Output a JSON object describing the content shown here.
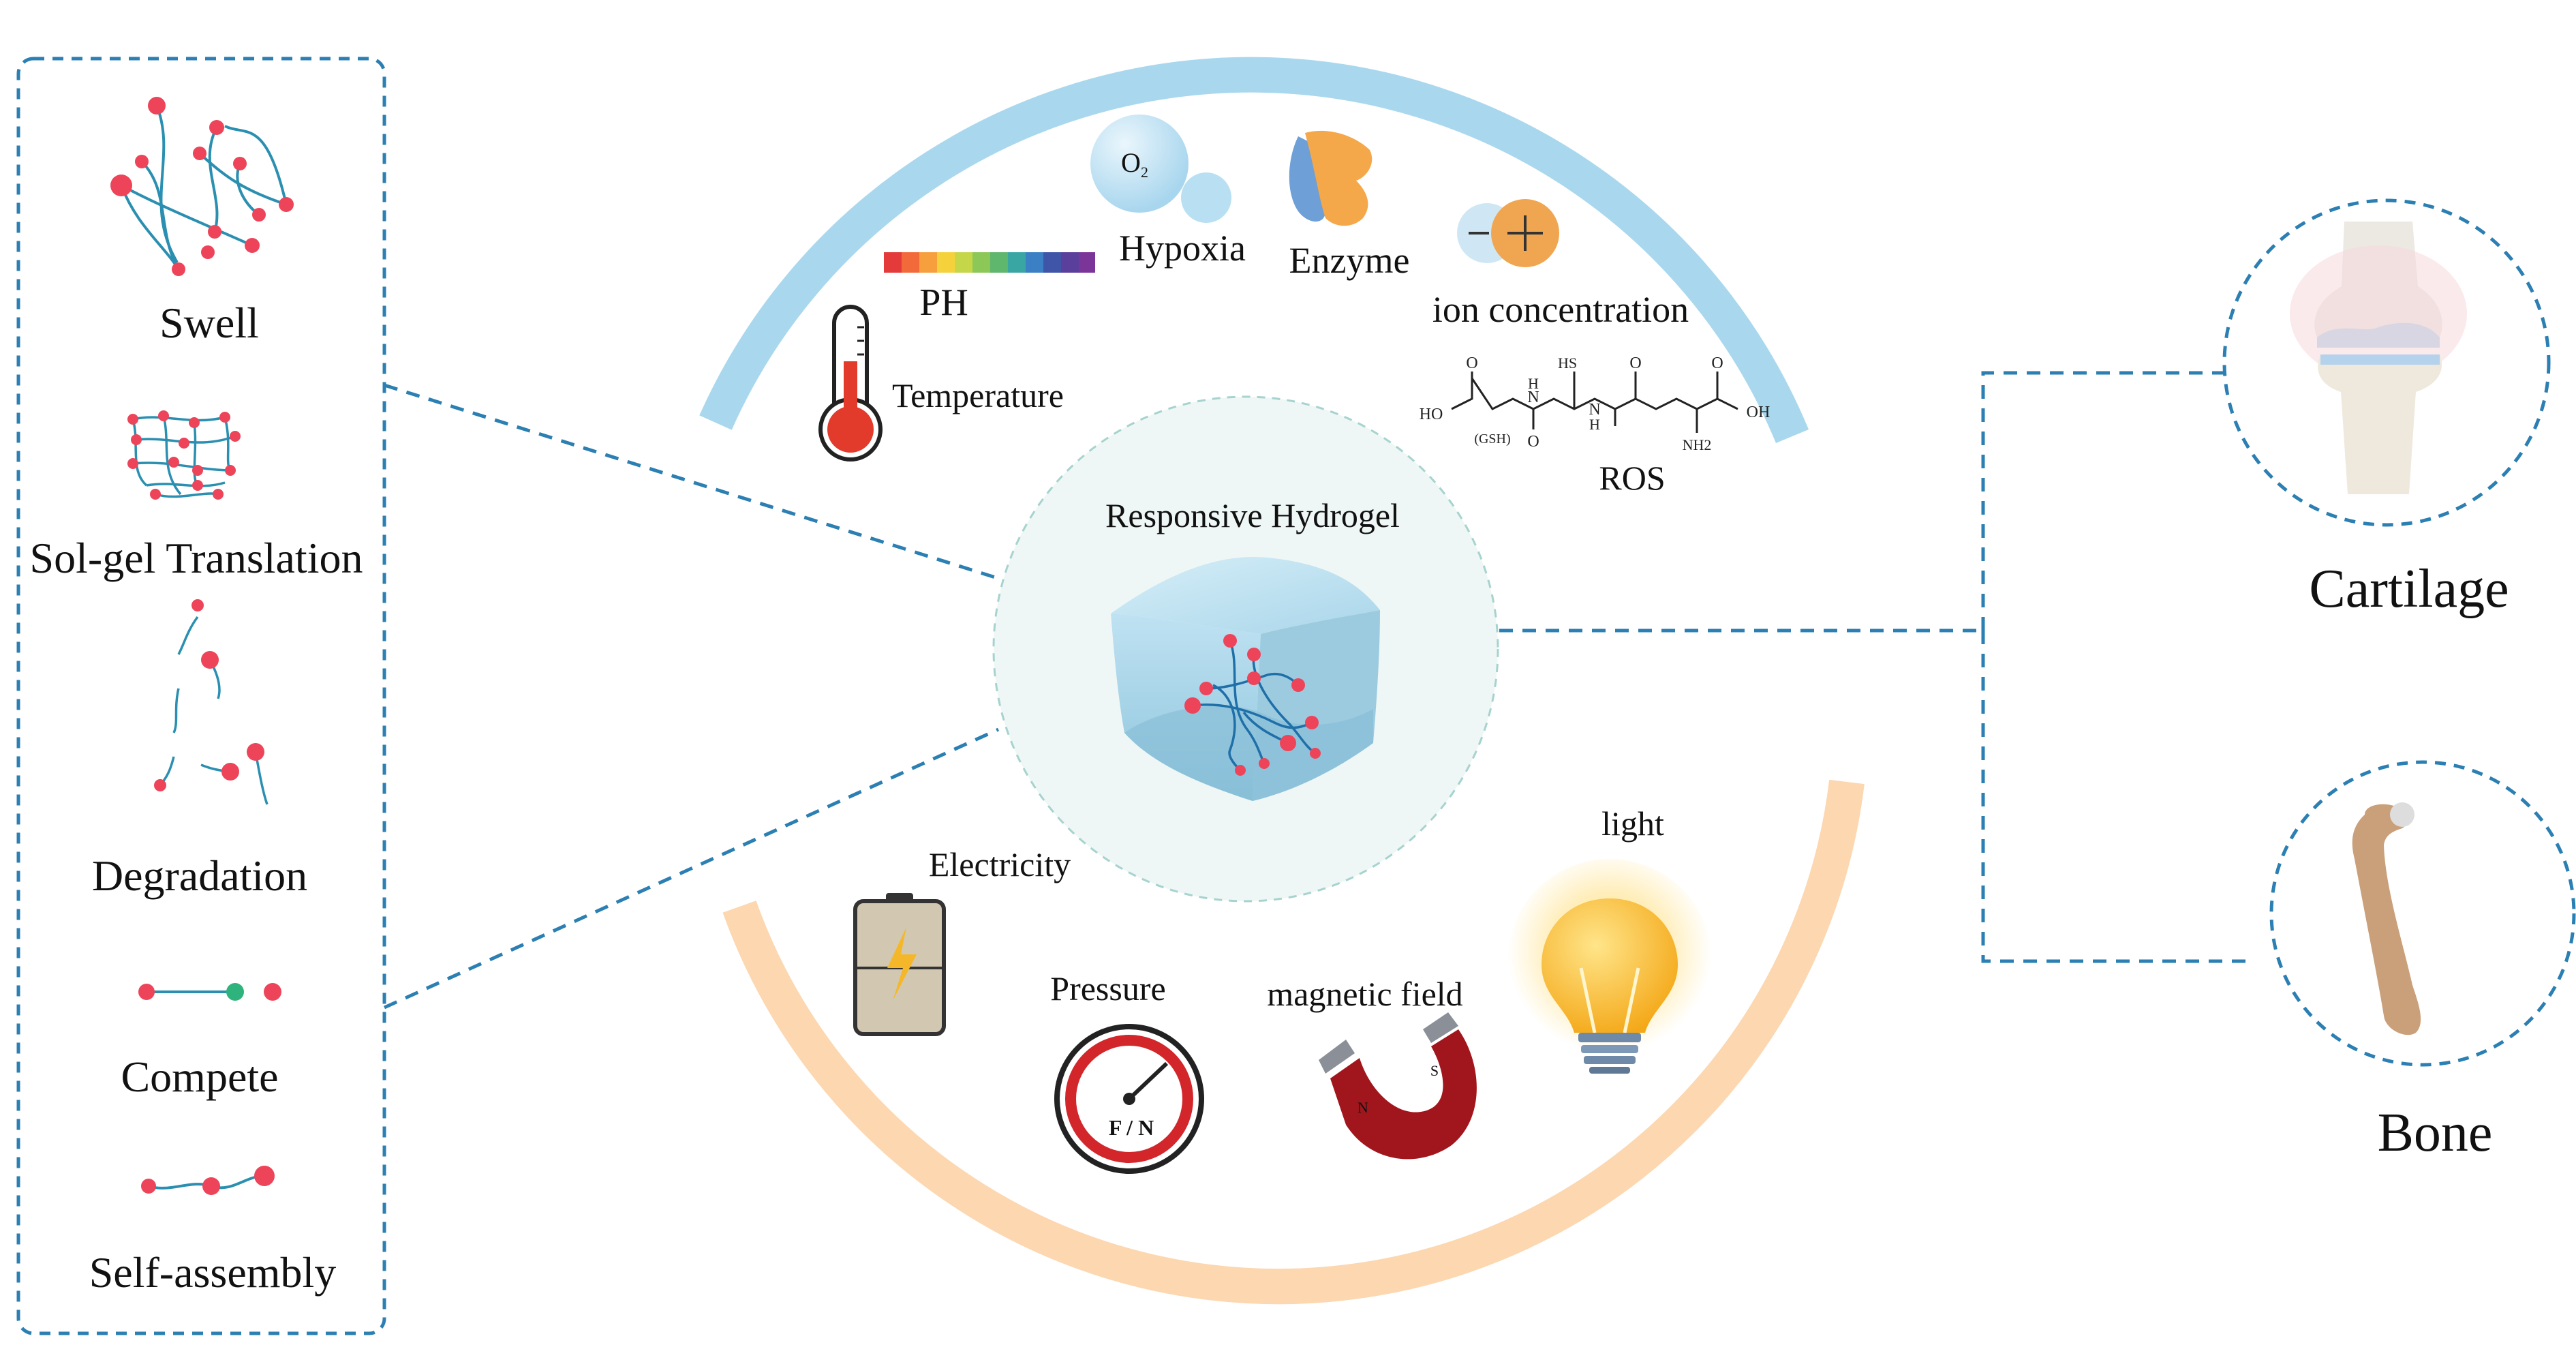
{
  "mechanisms": {
    "swell": "Swell",
    "sol_gel": "Sol-gel Translation",
    "degradation": "Degradation",
    "compete": "Compete",
    "self_assembly": "Self-assembly"
  },
  "center": {
    "title": "Responsive Hydrogel"
  },
  "endogenous_stimuli": {
    "ph": "PH",
    "hypoxia": "Hypoxia",
    "oxygen_symbol": "O",
    "oxygen_subscript": "2",
    "enzyme": "Enzyme",
    "ion_concentration": "ion concentration",
    "temperature": "Temperature",
    "ros": "ROS",
    "chem": {
      "ho": "HO",
      "oh": "OH",
      "gsh": "(GSH)",
      "hs": "HS",
      "h1": "H",
      "n1": "N",
      "h2": "H",
      "n2": "N",
      "o1": "O",
      "o2": "O",
      "o3": "O",
      "o4": "O",
      "nh2": "NH2"
    }
  },
  "exogenous_stimuli": {
    "electricity": "Electricity",
    "pressure": "Pressure",
    "gauge_label": "F / N",
    "magnetic_field": "magnetic field",
    "magnet_north": "N",
    "magnet_south": "S",
    "light": "light"
  },
  "applications": {
    "cartilage": "Cartilage",
    "bone": "Bone"
  },
  "colors": {
    "node": "#ee4459",
    "strand": "#2a8fb0",
    "dash": "#2b7fb2",
    "top_arc": "#a9d8ee",
    "bottom_arc": "#fcd7b0",
    "center_fill": "#eef7f5",
    "center_stroke": "#a7d3cf",
    "compete_node": "#2fb37d"
  }
}
